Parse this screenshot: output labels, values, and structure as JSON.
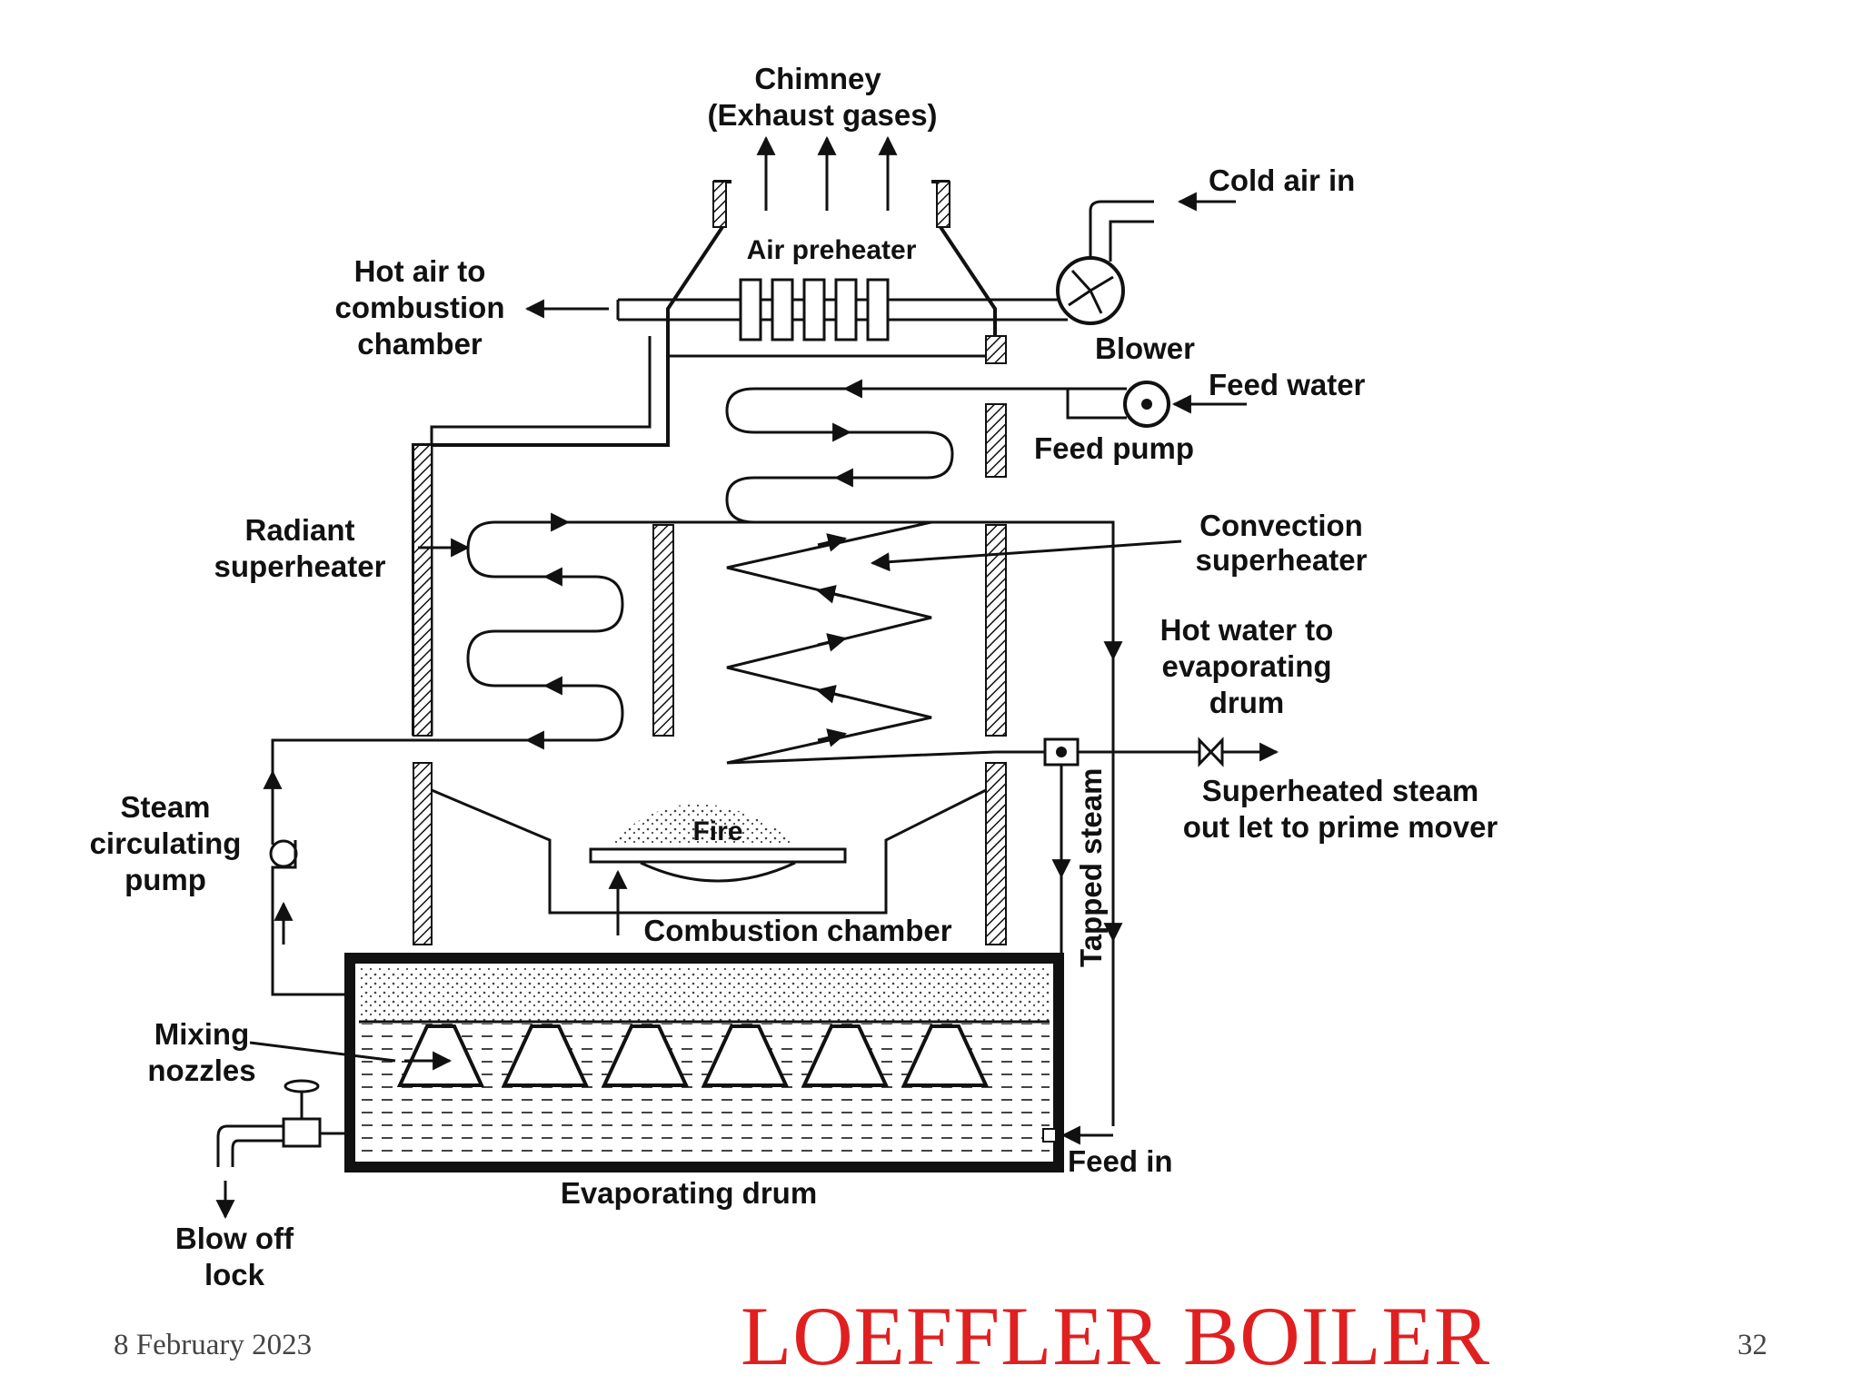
{
  "diagram": {
    "labels": {
      "chimney": "Chimney",
      "exhaust": "(Exhaust gases)",
      "cold_air": "Cold air in",
      "air_preheater": "Air preheater",
      "hot_air_1": "Hot air to",
      "hot_air_2": "combustion",
      "hot_air_3": "chamber",
      "blower": "Blower",
      "feed_water": "Feed water",
      "feed_pump": "Feed pump",
      "radiant_1": "Radiant",
      "radiant_2": "superheater",
      "convection_1": "Convection",
      "convection_2": "superheater",
      "hot_water_1": "Hot water to",
      "hot_water_2": "evaporating",
      "hot_water_3": "drum",
      "superheated_1": "Superheated steam",
      "superheated_2": "out let to prime mover",
      "steam_pump_1": "Steam",
      "steam_pump_2": "circulating",
      "steam_pump_3": "pump",
      "fire": "Fire",
      "tapped_steam": "Tapped steam",
      "combustion_chamber": "Combustion chamber",
      "mixing_1": "Mixing",
      "mixing_2": "nozzles",
      "feed_in": "Feed in",
      "evaporating_drum": "Evaporating drum",
      "blow_off_1": "Blow off",
      "blow_off_2": "lock"
    }
  },
  "footer": {
    "date": "8 February 2023",
    "title": "LOEFFLER BOILER",
    "page_number": "32"
  },
  "colors": {
    "title": "#e02020",
    "ink": "#111111"
  }
}
